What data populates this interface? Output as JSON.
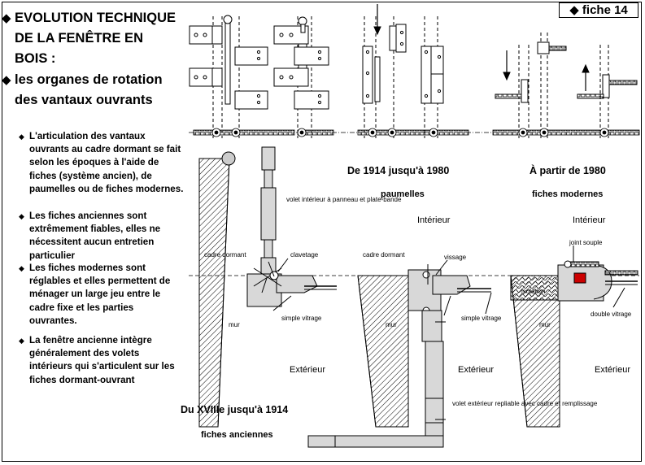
{
  "tag": {
    "label": "fiche 14"
  },
  "left_panel": {
    "heading1": "EVOLUTION TECHNIQUE DE LA FENÊTRE EN BOIS :",
    "heading2": "les organes de rotation des vantaux ouvrants",
    "bullets": [
      "L'articulation des vantaux ouvrants au cadre dormant se fait selon les époques à l'aide de fiches (système ancien), de paumelles ou de fiches modernes.",
      "Les fiches anciennes sont extrêmement fiables, elles ne nécessitent aucun entretien particulier",
      "Les fiches modernes sont réglables et elles permettent de ménager un large jeu entre le cadre fixe et les parties ouvrantes.",
      "La fenêtre ancienne intègre généralement des volets intérieurs qui s'articulent sur les fiches dormant-ouvrant"
    ]
  },
  "periods": {
    "old": {
      "title": "Du XVIIIe jusqu'à 1914",
      "subtitle": "fiches anciennes"
    },
    "mid": {
      "title": "De 1914 jusqu'à 1980",
      "subtitle": "paumelles"
    },
    "modern": {
      "title": "À partir de 1980",
      "subtitle": "fiches modernes"
    }
  },
  "labels": {
    "interieur": "Intérieur",
    "exterieur": "Extérieur",
    "mur": "mur",
    "cadre_dormant": "cadre dormant",
    "clavetage": "clavetage",
    "vissage": "vissage",
    "simple_vitrage": "simple vitrage",
    "double_vitrage": "double vitrage",
    "joint_souple": "joint souple",
    "isolation": "isolation",
    "volet_interieur": "volet intérieur à panneau et plate-bande",
    "volet_exterieur": "volet extérieur repliable avec cadre et remplissage"
  },
  "colors": {
    "line": "#000000",
    "panel_fill": "#d8d8d8",
    "accent": "#cc0000"
  }
}
